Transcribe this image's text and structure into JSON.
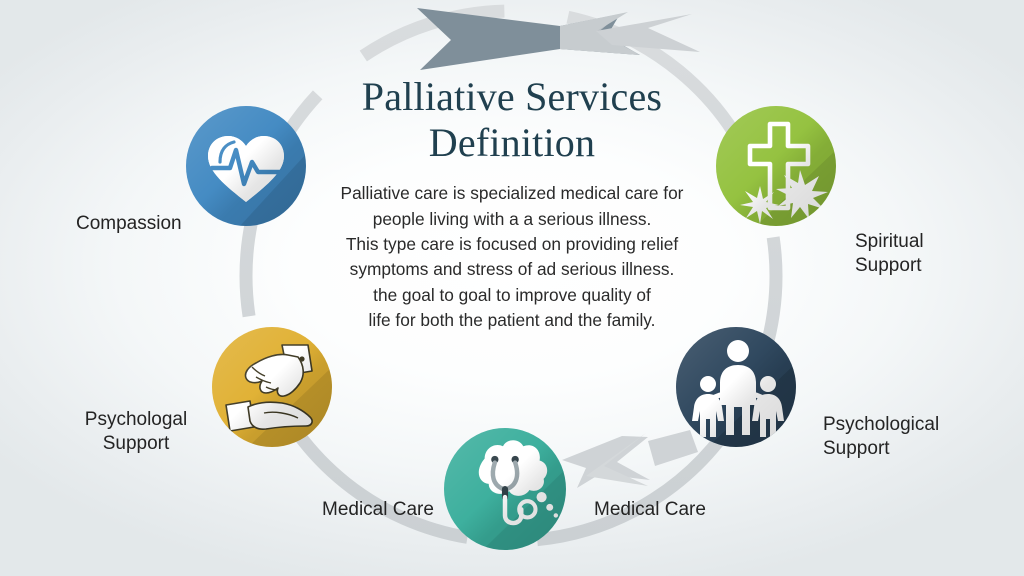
{
  "slide": {
    "background_color": "#f4f7f8",
    "title_color": "#20404f",
    "body_color": "#2a2a2a",
    "ring_color": "#d2d6d8"
  },
  "header": {
    "title_line1": "Palliative Services",
    "title_line2": "Definition"
  },
  "body": {
    "line1": "Palliative care is specialized medical care for",
    "line2": "people living with a a serious illness.",
    "line3": "This type care is focused on providing relief",
    "line4": "symptoms and stress of ad serious illness.",
    "line5": "the goal to goal to improve quality of",
    "line6": "life for both the patient and the family."
  },
  "nodes": [
    {
      "id": "compassion",
      "label": "Compassion",
      "icon": "heart-pulse-icon",
      "color": "#4189c2"
    },
    {
      "id": "spiritual",
      "label": "Spiritual\nSupport",
      "icon": "cross-star-icon",
      "color": "#93c13d"
    },
    {
      "id": "psych-left",
      "label": "Psychologal\nSupport",
      "icon": "handshake-helping-hand-icon",
      "color": "#e0b032"
    },
    {
      "id": "psych-right",
      "label": "Psychological\nSupport",
      "icon": "family-group-icon",
      "color": "#2c455c"
    },
    {
      "id": "medical",
      "label": "Medical Care",
      "icon": "stethoscope-thought-cloud-icon",
      "color": "#3aae9c"
    }
  ],
  "labels": {
    "compassion": "Compassion",
    "spiritual": "Spiritual\nSupport",
    "psych_left": "Psychologal\nSupport",
    "psych_right": "Psychological\nSupport",
    "medical_left": "Medical Care",
    "medical_right": "Medical Care"
  },
  "arrows": {
    "top_left_arrow_color": "#7e8e99",
    "top_right_arrow_color": "#c9ced1",
    "bottom_arrow_color": "#cfd3d6"
  }
}
